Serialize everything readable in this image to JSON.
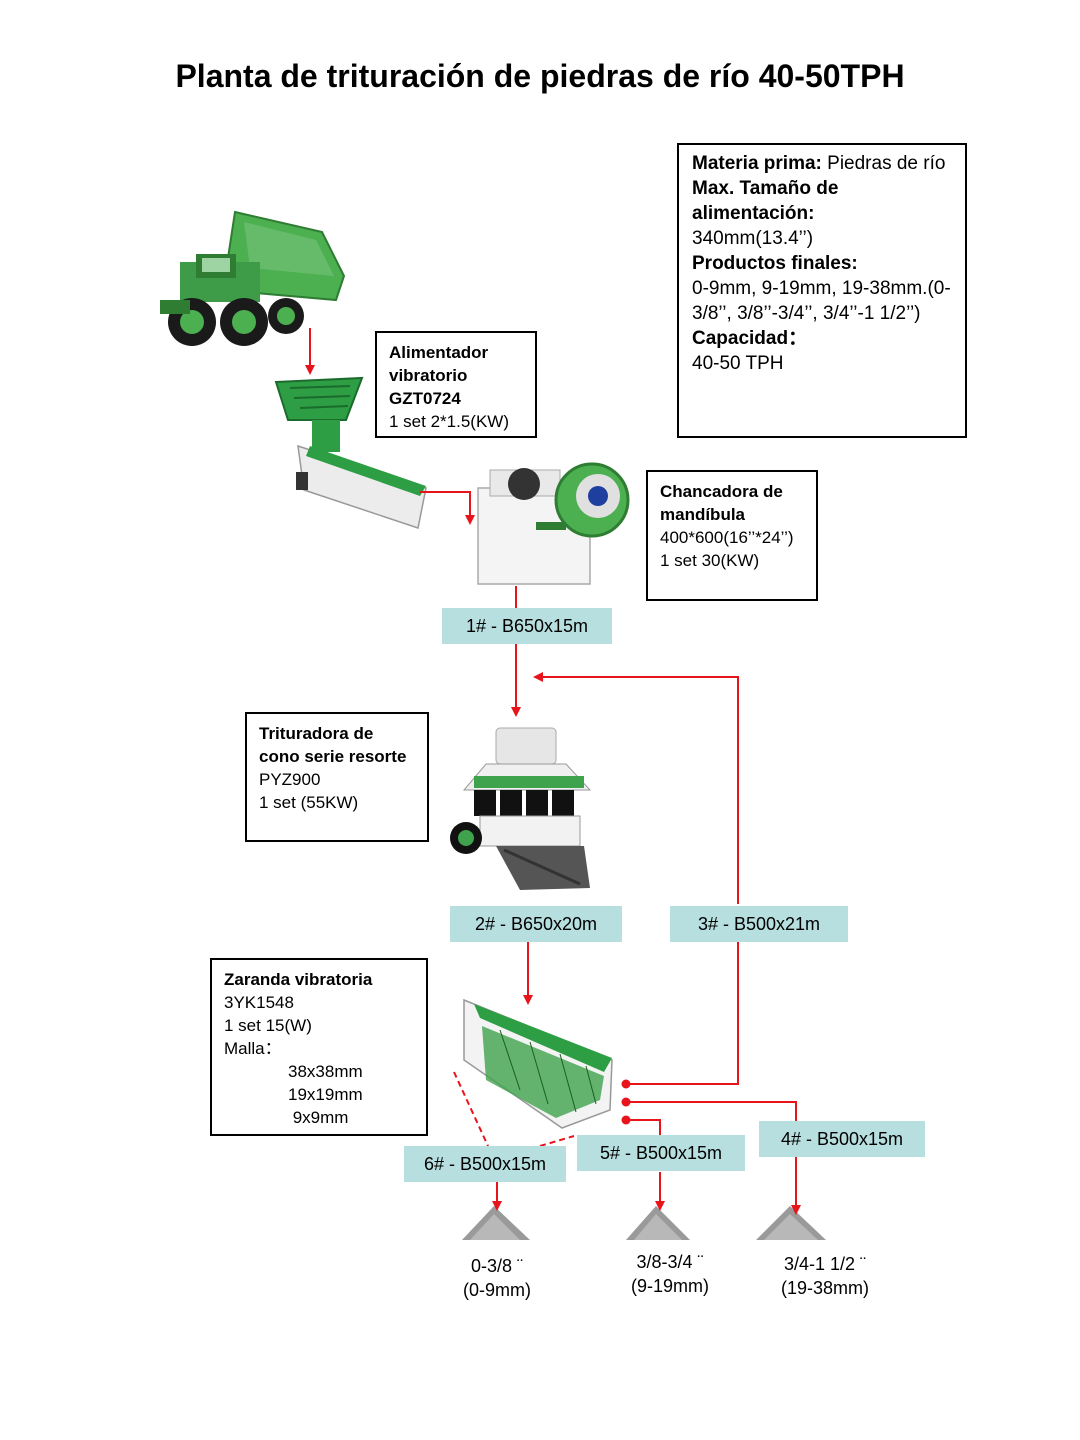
{
  "title": "Planta de trituración de piedras de río 40-50TPH",
  "info": {
    "raw_label": "Materia prima:",
    "raw_value": " Piedras de río",
    "feed_label": "Max. Tamaño de alimentación:",
    "feed_value": "340mm(13.4’’)",
    "products_label": "Productos finales:",
    "products_value": " 0-9mm, 9-19mm, 19-38mm.(0-3/8’’, 3/8’’-3/4’’, 3/4’’-1 1/2’’)",
    "capacity_label": "Capacidad：",
    "capacity_value": "40-50 TPH"
  },
  "feeder": {
    "name": "Alimentador vibratorio GZT0724",
    "spec": "1 set 2*1.5(KW)"
  },
  "jaw": {
    "name": "Chancadora de mandíbula",
    "spec1": "400*600(16’’*24’’)",
    "spec2": "1 set 30(KW)"
  },
  "cone": {
    "name": "Trituradora de cono serie resorte",
    "spec1": "PYZ900",
    "spec2": "1 set  (55KW)"
  },
  "screen": {
    "name": "Zaranda vibratoria",
    "spec1": "3YK1548",
    "spec2": "1 set  15(W)",
    "mesh_label": "Malla：",
    "mesh": [
      "38x38mm",
      "19x19mm",
      " 9x9mm"
    ]
  },
  "belts": [
    "1# - B650x15m",
    "2# - B650x20m",
    "3# - B500x21m",
    "4# - B500x15m",
    "5# - B500x15m",
    "6# - B500x15m"
  ],
  "products": [
    {
      "size": "0-3/8 ¨",
      "mm": "(0-9mm)"
    },
    {
      "size": "3/8-3/4 ¨",
      "mm": "(9-19mm)"
    },
    {
      "size": "3/4-1 1/2 ¨",
      "mm": "(19-38mm)"
    }
  ],
  "colors": {
    "arrow": "#e8141b",
    "belt": "#b7dfe0",
    "machine_green": "#3fa34d",
    "machine_white": "#f2f2f2"
  }
}
